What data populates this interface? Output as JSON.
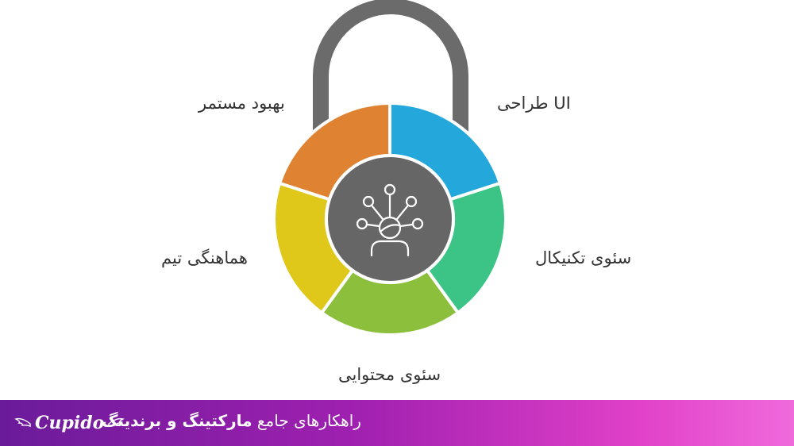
{
  "diagram": {
    "colors": {
      "shackle": "#6b6b6b",
      "hub": "#666666",
      "ring": "#ffffff"
    },
    "center_icon": "user-network-icon",
    "segments": [
      {
        "label": "UI طراحی",
        "color": "#24a8db"
      },
      {
        "label": "سئوی تکنیکال",
        "color": "#3cc486"
      },
      {
        "label": "سئوی محتوایی",
        "color": "#8bbf3c"
      },
      {
        "label": "هماهنگی تیم",
        "color": "#e0c81a"
      },
      {
        "label": "بهبود مستمر",
        "color": "#df8231"
      }
    ]
  },
  "banner": {
    "brand": "Cupido",
    "title_prefix": "راهکارهای جامع",
    "title_bold": "مارکتینگ و برندینگ",
    "gradient": [
      "#6a1b9a",
      "#f06adb"
    ]
  }
}
